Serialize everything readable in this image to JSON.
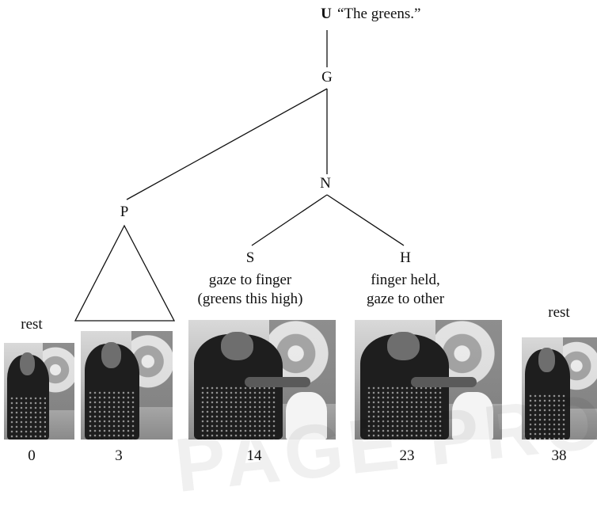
{
  "tree": {
    "nodes": {
      "U": "U",
      "G": "G",
      "N": "N",
      "P": "P",
      "S": "S",
      "H": "H"
    },
    "utterance": "“The greens.”",
    "s_label_line1": "gaze to finger",
    "s_label_line2": "(greens this high)",
    "h_label_line1": "finger held,",
    "h_label_line2": "gaze to other"
  },
  "frames": [
    {
      "time": "0",
      "caption": "rest",
      "pose": "rest"
    },
    {
      "time": "3",
      "caption": "",
      "pose": "rest"
    },
    {
      "time": "14",
      "caption": "",
      "pose": "point"
    },
    {
      "time": "23",
      "caption": "",
      "pose": "point"
    },
    {
      "time": "38",
      "caption": "rest",
      "pose": "rest"
    }
  ],
  "watermark": "PAGE PROOF"
}
